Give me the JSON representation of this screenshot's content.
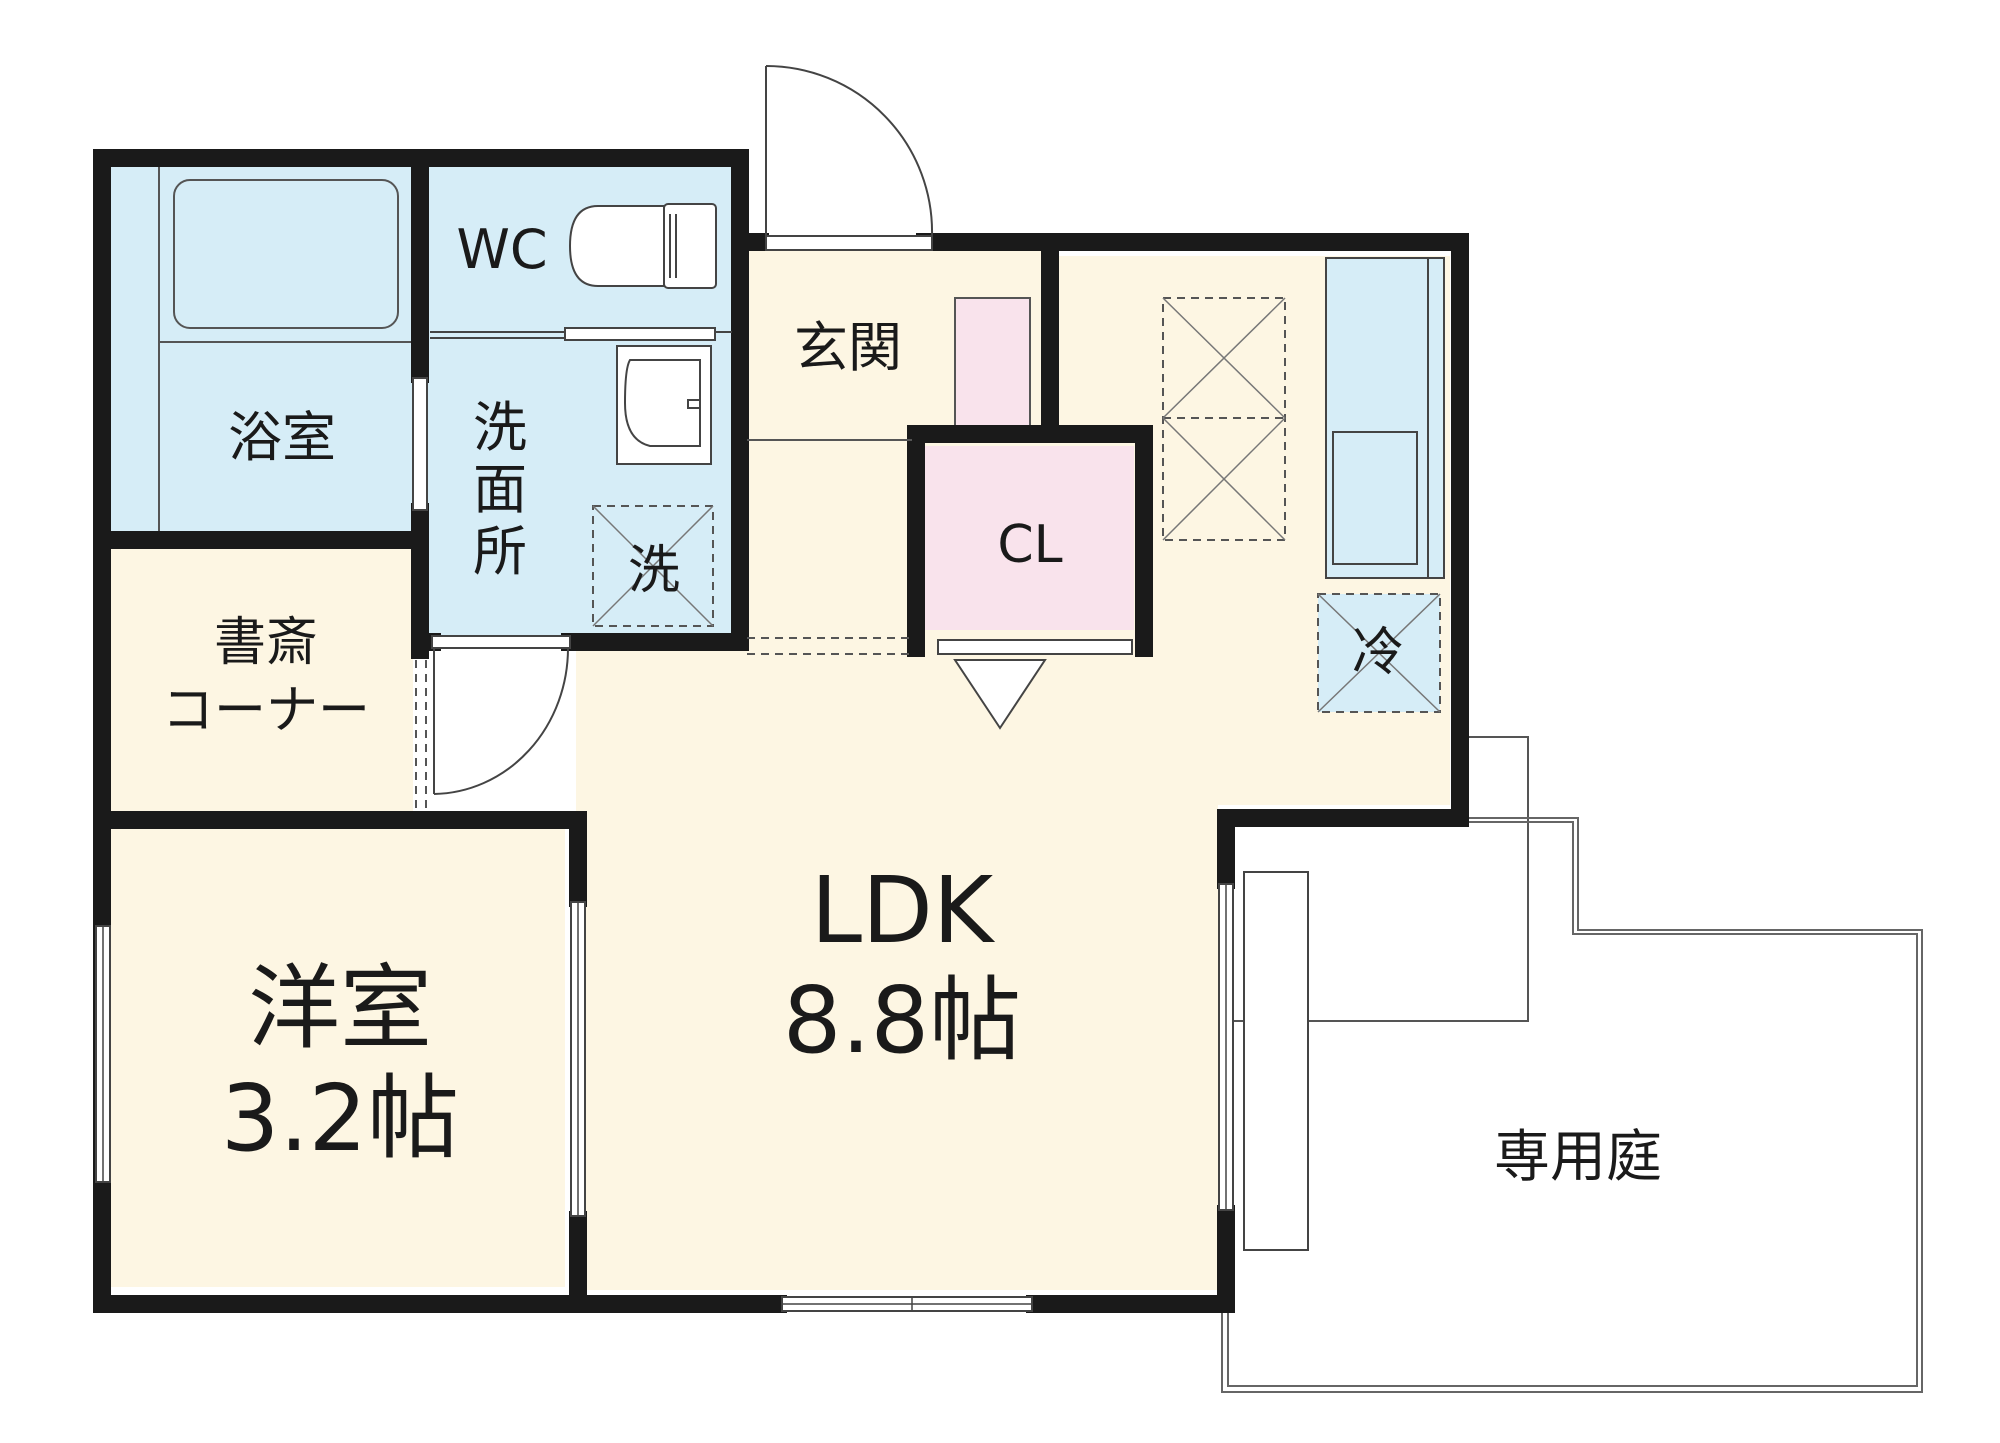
{
  "colors": {
    "wet_area": "#d6edf7",
    "living_floor": "#fdf6e3",
    "closet": "#f9e3ec",
    "wall": "#1a1a1a",
    "outdoor": "#ffffff"
  },
  "rooms": {
    "bath": "浴室",
    "wc": "WC",
    "washroom_lines": [
      "洗",
      "面",
      "所"
    ],
    "washer": "洗",
    "entrance": "玄関",
    "closet": "CL",
    "study_line1": "書斎",
    "study_line2": "コーナー",
    "western_name": "洋室",
    "western_size": "3.2帖",
    "ldk_name": "LDK",
    "ldk_size": "8.8帖",
    "fridge": "冷",
    "garden": "専用庭"
  },
  "icons": {
    "door": "door-swing-icon",
    "toilet": "toilet-icon",
    "bathtub": "bathtub-icon",
    "sink": "wash-basin-icon",
    "washer_space": "washer-space-icon",
    "kitchen": "kitchen-counter-icon",
    "fridge_space": "fridge-space-icon",
    "storage": "storage-box-icon",
    "entry_arrow": "entry-arrow-icon"
  }
}
